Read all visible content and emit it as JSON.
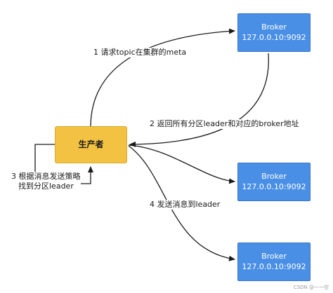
{
  "nodes": {
    "producer": {
      "label": "生产者"
    },
    "brokers": [
      {
        "name": "Broker",
        "address": "127.0.0.10:9092"
      },
      {
        "name": "Broker",
        "address": "127.0.0.10:9092"
      },
      {
        "name": "Broker",
        "address": "127.0.0.10:9092"
      }
    ]
  },
  "steps": {
    "step1": "1 请求topic在集群的meta",
    "step2": "2 返回所有分区leader和对应的broker地址",
    "step3_line1": "3  根据消息发送策略",
    "step3_line2": "找到分区leader",
    "step4": "4 发送消息到leader"
  },
  "watermark": "CSDN @一一空",
  "colors": {
    "broker_fill": "#4a8fe6",
    "producer_fill": "#f4c242",
    "arrow": "#1a1a1a"
  }
}
